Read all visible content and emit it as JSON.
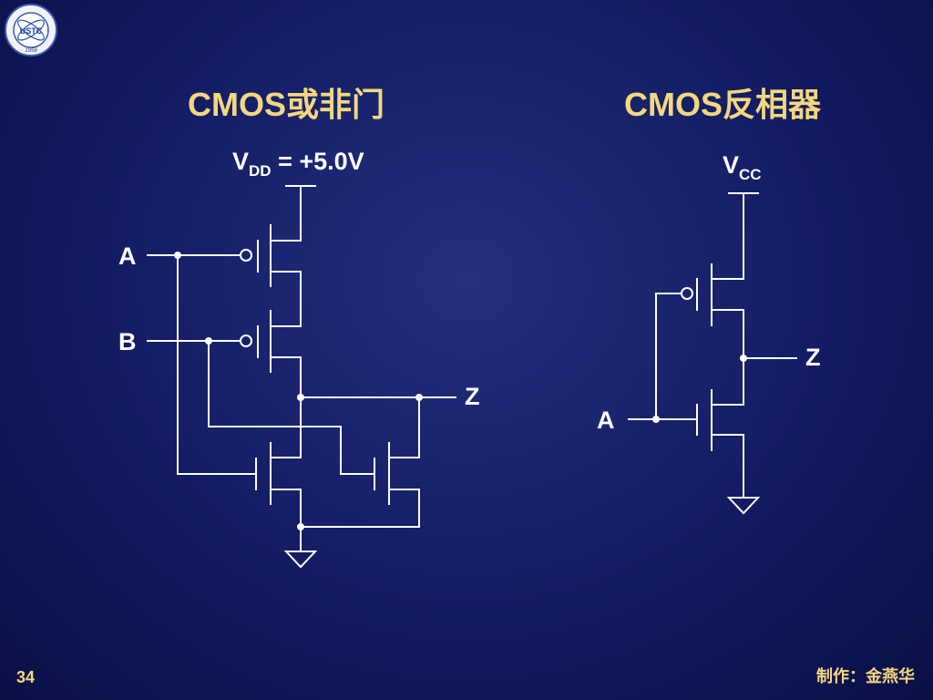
{
  "titles": {
    "left": "CMOS或非门",
    "right": "CMOS反相器"
  },
  "nor_gate": {
    "supply_main": "V",
    "supply_sub": "DD",
    "supply_value": " = +5.0V",
    "input_a": "A",
    "input_b": "B",
    "output": "Z"
  },
  "inverter": {
    "supply_main": "V",
    "supply_sub": "CC",
    "input": "A",
    "output": "Z"
  },
  "footer": {
    "page_number": "34",
    "author": "制作：金燕华"
  },
  "logo": {
    "text": "USTC",
    "year": "1958"
  },
  "colors": {
    "background": "#131c63",
    "title": "#f4d77e",
    "wire": "#ffffff"
  }
}
